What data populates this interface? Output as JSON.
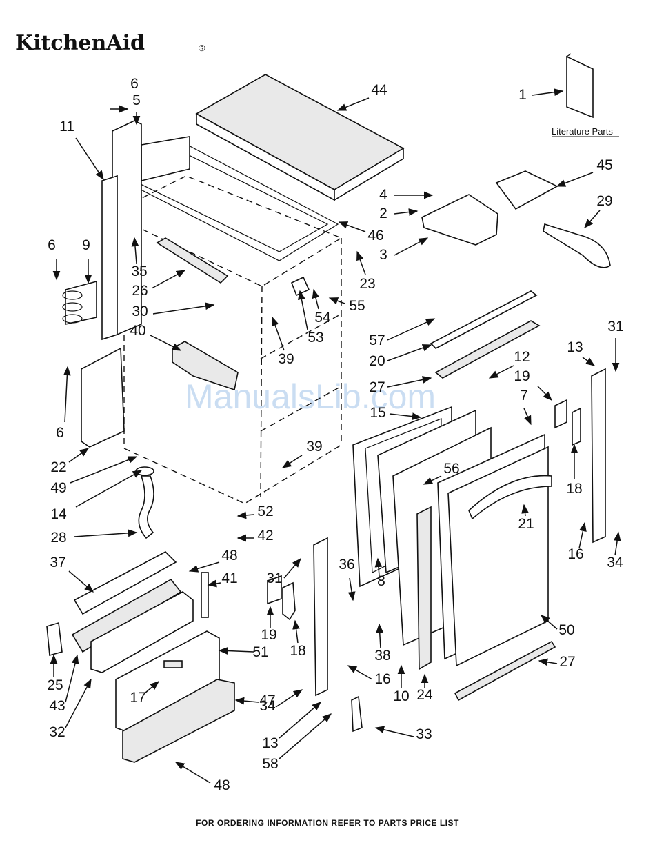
{
  "brand": {
    "logo_text": "KitchenAid",
    "registered_mark": "®"
  },
  "literature_caption": "Literature Parts",
  "footer_note": "FOR ORDERING INFORMATION REFER TO PARTS PRICE LIST",
  "watermark": "ManualsLib.com",
  "callouts": [
    "6",
    "5",
    "11",
    "6",
    "9",
    "35",
    "26",
    "30",
    "40",
    "6",
    "22",
    "49",
    "14",
    "28",
    "37",
    "25",
    "43",
    "32",
    "17",
    "51",
    "47",
    "48",
    "41",
    "48",
    "52",
    "42",
    "39",
    "39",
    "53",
    "54",
    "55",
    "23",
    "46",
    "44",
    "1",
    "45",
    "29",
    "4",
    "2",
    "3",
    "57",
    "20",
    "27",
    "15",
    "12",
    "19",
    "7",
    "13",
    "31",
    "18",
    "16",
    "34",
    "56",
    "21",
    "8",
    "50",
    "27",
    "24",
    "10",
    "38",
    "36",
    "31",
    "19",
    "18",
    "16",
    "34",
    "13",
    "58",
    "33"
  ]
}
